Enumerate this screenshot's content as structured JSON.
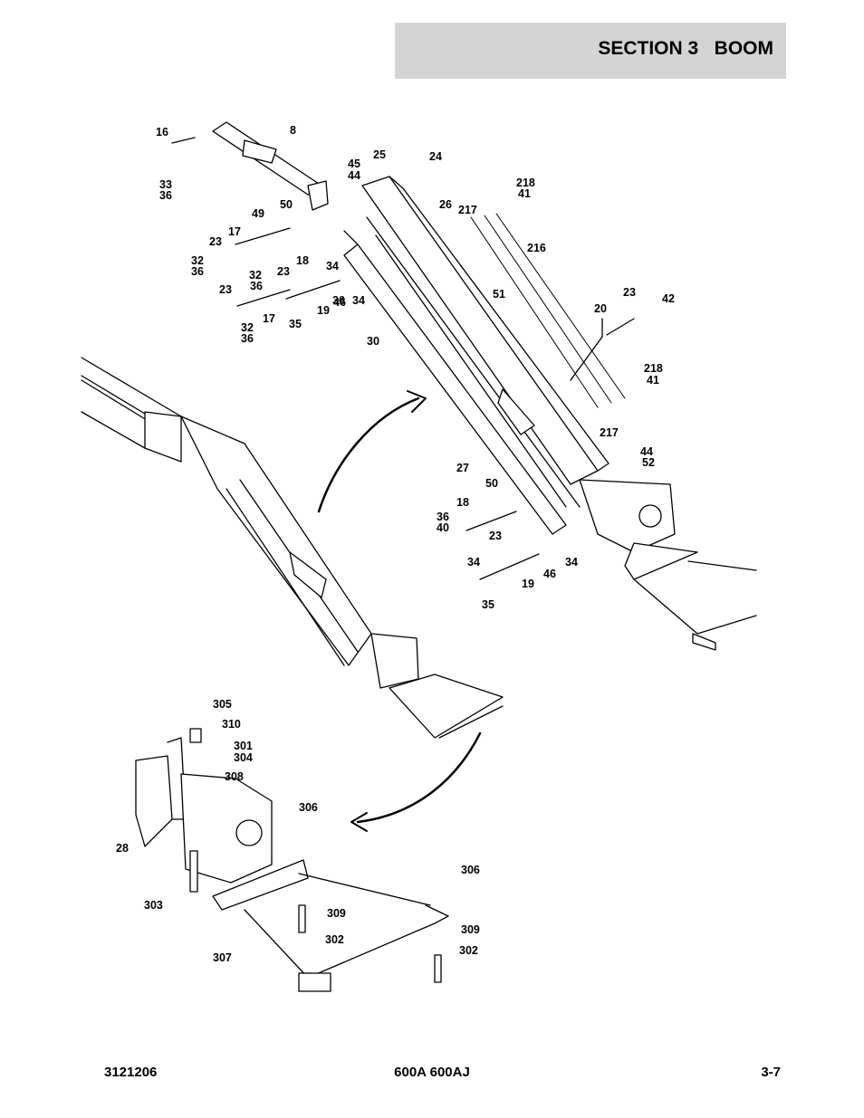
{
  "header": {
    "title": "SECTION 3   BOOM"
  },
  "footer": {
    "doc_number": "3121206",
    "model": "600A 600AJ",
    "page": "3-7"
  },
  "callouts": [
    "16",
    "8",
    "33",
    "36",
    "45",
    "44",
    "25",
    "24",
    "26",
    "50",
    "49",
    "218",
    "41",
    "217",
    "23",
    "17",
    "216",
    "32",
    "36",
    "32",
    "23",
    "18",
    "36",
    "34",
    "23",
    "36",
    "46",
    "34",
    "51",
    "17",
    "32",
    "36",
    "35",
    "19",
    "30",
    "23",
    "42",
    "20",
    "218",
    "41",
    "217",
    "44",
    "52",
    "27",
    "50",
    "18",
    "36",
    "40",
    "23",
    "34",
    "46",
    "34",
    "19",
    "35",
    "305",
    "310",
    "301",
    "304",
    "308",
    "306",
    "28",
    "303",
    "309",
    "302",
    "306",
    "309",
    "302",
    "307"
  ]
}
